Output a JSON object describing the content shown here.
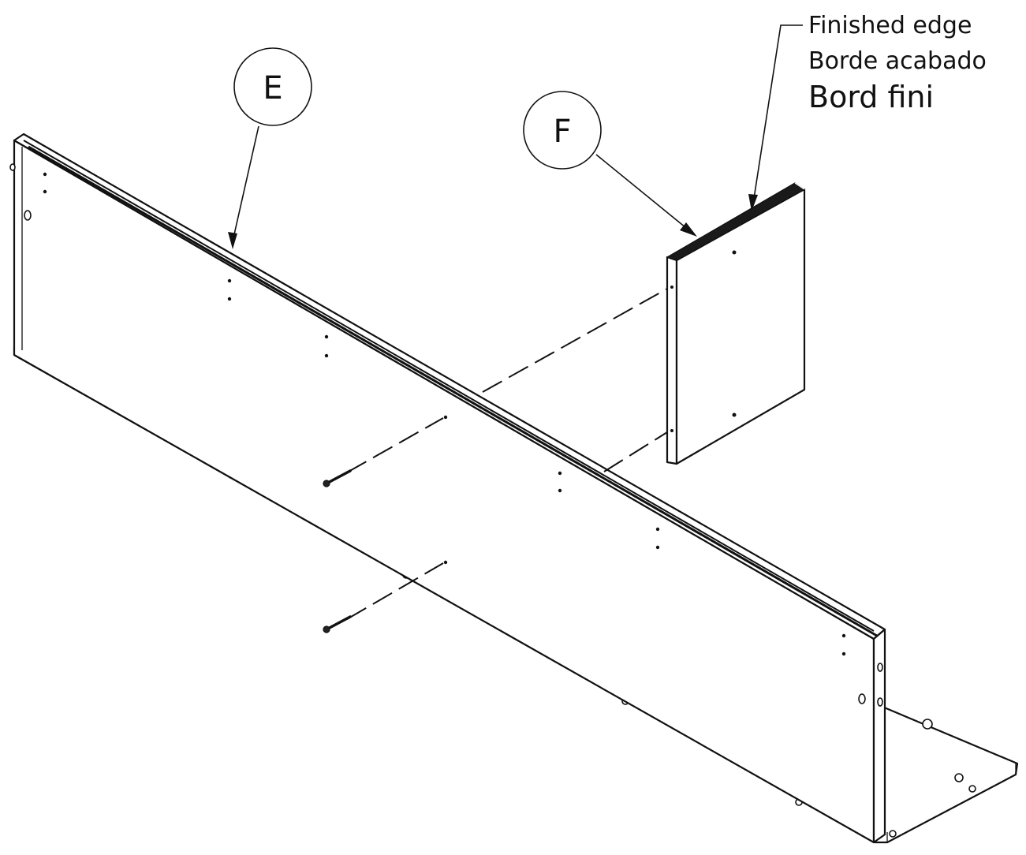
{
  "callouts": {
    "panel_e": "E",
    "panel_f": "F"
  },
  "note": {
    "en": "Finished edge",
    "es": "Borde acabado",
    "fr": "Bord fini"
  }
}
